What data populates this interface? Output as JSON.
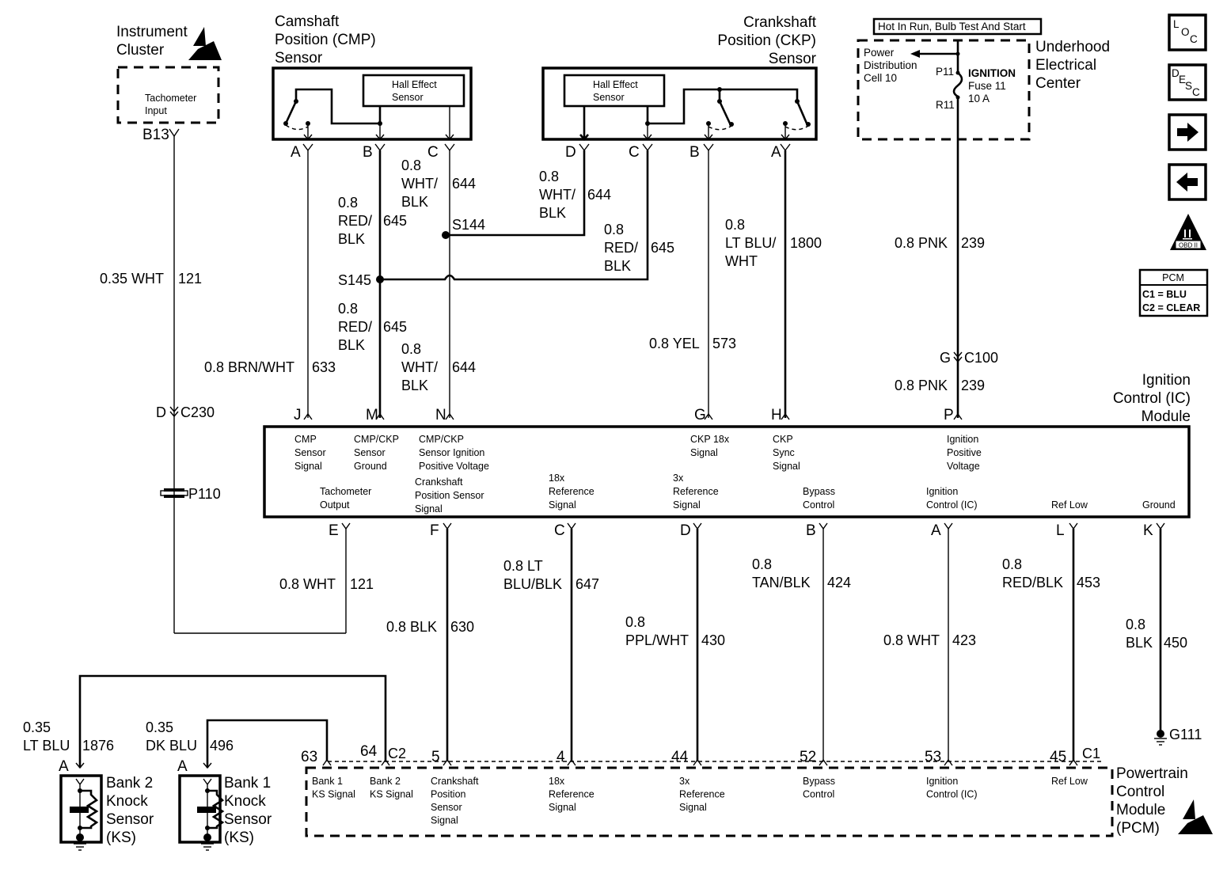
{
  "components": {
    "instrument_cluster": {
      "title_line1": "Instrument",
      "title_line2": "Cluster",
      "input_line1": "Tachometer",
      "input_line2": "Input",
      "pin": "B13"
    },
    "cmp_sensor": {
      "title_line1": "Camshaft",
      "title_line2": "Position (CMP)",
      "title_line3": "Sensor",
      "hall_line1": "Hall Effect",
      "hall_line2": "Sensor",
      "pins": [
        "A",
        "B",
        "C"
      ]
    },
    "ckp_sensor": {
      "title_line1": "Crankshaft",
      "title_line2": "Position (CKP)",
      "title_line3": "Sensor",
      "hall_line1": "Hall Effect",
      "hall_line2": "Sensor",
      "pins": [
        "D",
        "C",
        "B",
        "A"
      ]
    },
    "underhood": {
      "hot_label": "Hot In Run, Bulb Test And Start",
      "title_line1": "Underhood",
      "title_line2": "Electrical",
      "title_line3": "Center",
      "pd_line1": "Power",
      "pd_line2": "Distribution",
      "pd_line3": "Cell 10",
      "fuse_in": "P11",
      "fuse_out": "R11",
      "fuse_line1": "IGNITION",
      "fuse_line2": "Fuse 11",
      "fuse_line3": "10 A"
    },
    "ic_module": {
      "title_line1": "Ignition",
      "title_line2": "Control (IC)",
      "title_line3": "Module",
      "top_pins": [
        {
          "pin": "J",
          "lines": [
            "CMP",
            "Sensor",
            "Signal"
          ]
        },
        {
          "pin": "M",
          "lines": [
            "CMP/CKP",
            "Sensor",
            "Ground"
          ]
        },
        {
          "pin": "N",
          "lines": [
            "CMP/CKP",
            "Sensor Ignition",
            "Positive Voltage"
          ]
        },
        {
          "pin": "G",
          "lines": [
            "CKP 18x",
            "Signal"
          ]
        },
        {
          "pin": "H",
          "lines": [
            "CKP",
            "Sync",
            "Signal"
          ]
        },
        {
          "pin": "P",
          "lines": [
            "Ignition",
            "Positive",
            "Voltage"
          ]
        }
      ],
      "bottom_pins": [
        {
          "pin": "E",
          "lines": [
            "Tachometer",
            "Output"
          ]
        },
        {
          "pin": "F",
          "lines": [
            "Crankshaft",
            "Position Sensor",
            "Signal"
          ]
        },
        {
          "pin": "C",
          "lines": [
            "18x",
            "Reference",
            "Signal"
          ]
        },
        {
          "pin": "D",
          "lines": [
            "3x",
            "Reference",
            "Signal"
          ]
        },
        {
          "pin": "B",
          "lines": [
            "Bypass",
            "Control"
          ]
        },
        {
          "pin": "A",
          "lines": [
            "Ignition",
            "Control (IC)"
          ]
        },
        {
          "pin": "L",
          "lines": [
            "Ref Low"
          ]
        },
        {
          "pin": "K",
          "lines": [
            "Ground"
          ]
        }
      ]
    },
    "pcm": {
      "title_line1": "Powertrain",
      "title_line2": "Control",
      "title_line3": "Module",
      "title_line4": "(PCM)",
      "connector_c2": "C2",
      "connector_c1": "C1",
      "pins": [
        {
          "pin": "63",
          "lines": [
            "Bank 1",
            "KS Signal"
          ]
        },
        {
          "pin": "64",
          "lines": [
            "Bank 2",
            "KS Signal"
          ]
        },
        {
          "pin": "5",
          "lines": [
            "Crankshaft",
            "Position",
            "Sensor",
            "Signal"
          ]
        },
        {
          "pin": "4",
          "lines": [
            "18x",
            "Reference",
            "Signal"
          ]
        },
        {
          "pin": "44",
          "lines": [
            "3x",
            "Reference",
            "Signal"
          ]
        },
        {
          "pin": "52",
          "lines": [
            "Bypass",
            "Control"
          ]
        },
        {
          "pin": "53",
          "lines": [
            "Ignition",
            "Control (IC)"
          ]
        },
        {
          "pin": "45",
          "lines": [
            "Ref Low"
          ]
        }
      ]
    },
    "knock_bank2": {
      "title_line1": "Bank 2",
      "title_line2": "Knock",
      "title_line3": "Sensor",
      "title_line4": "(KS)",
      "pin": "A"
    },
    "knock_bank1": {
      "title_line1": "Bank 1",
      "title_line2": "Knock",
      "title_line3": "Sensor",
      "title_line4": "(KS)",
      "pin": "A"
    }
  },
  "splices": {
    "s144": "S144",
    "s145": "S145"
  },
  "connectors": {
    "c230": {
      "pin": "D",
      "name": "C230"
    },
    "p110": {
      "name": "P110"
    },
    "c100": {
      "pin": "G",
      "name": "C100"
    }
  },
  "ground": {
    "name": "G111"
  },
  "wires": {
    "w121_top": {
      "spec": "0.35 WHT",
      "circuit": "121"
    },
    "w633": {
      "spec": "0.8 BRN/WHT",
      "circuit": "633"
    },
    "w645_a": {
      "size": "0.8",
      "color_l1": "RED/",
      "color_l2": "BLK",
      "circuit": "645"
    },
    "w645_b": {
      "size": "0.8",
      "color_l1": "RED/",
      "color_l2": "BLK",
      "circuit": "645"
    },
    "w645_c": {
      "size": "0.8",
      "color_l1": "RED/",
      "color_l2": "BLK",
      "circuit": "645"
    },
    "w644_a": {
      "size": "0.8",
      "color_l1": "WHT/",
      "color_l2": "BLK",
      "circuit": "644"
    },
    "w644_b": {
      "size": "0.8",
      "color_l1": "WHT/",
      "color_l2": "BLK",
      "circuit": "644"
    },
    "w644_c": {
      "size": "0.8",
      "color_l1": "WHT/",
      "color_l2": "BLK",
      "circuit": "644"
    },
    "w1800": {
      "size": "0.8",
      "color_l1": "LT BLU/",
      "color_l2": "WHT",
      "circuit": "1800"
    },
    "w573": {
      "spec": "0.8 YEL",
      "circuit": "573"
    },
    "w239_a": {
      "spec": "0.8 PNK",
      "circuit": "239"
    },
    "w239_b": {
      "spec": "0.8 PNK",
      "circuit": "239"
    },
    "w121_bot": {
      "spec": "0.8 WHT",
      "circuit": "121"
    },
    "w630": {
      "spec": "0.8 BLK",
      "circuit": "630"
    },
    "w647": {
      "line1": "0.8 LT",
      "line2": "BLU/BLK",
      "circuit": "647"
    },
    "w430": {
      "line1": "0.8",
      "line2": "PPL/WHT",
      "circuit": "430"
    },
    "w424": {
      "line1": "0.8",
      "line2": "TAN/BLK",
      "circuit": "424"
    },
    "w423": {
      "spec": "0.8 WHT",
      "circuit": "423"
    },
    "w453": {
      "line1": "0.8",
      "line2": "RED/BLK",
      "circuit": "453"
    },
    "w450": {
      "line1": "0.8",
      "line2": "BLK",
      "circuit": "450"
    },
    "w1876": {
      "line1": "0.35",
      "line2": "LT BLU",
      "circuit": "1876"
    },
    "w496": {
      "line1": "0.35",
      "line2": "DK BLU",
      "circuit": "496"
    }
  },
  "side_icons": {
    "loc": "LOC",
    "desc": "DESC",
    "next": "arrow-right",
    "prev": "arrow-left",
    "obd": "OBD II",
    "legend": {
      "title": "PCM",
      "line1": "C1 = BLU",
      "line2": "C2 = CLEAR"
    }
  }
}
